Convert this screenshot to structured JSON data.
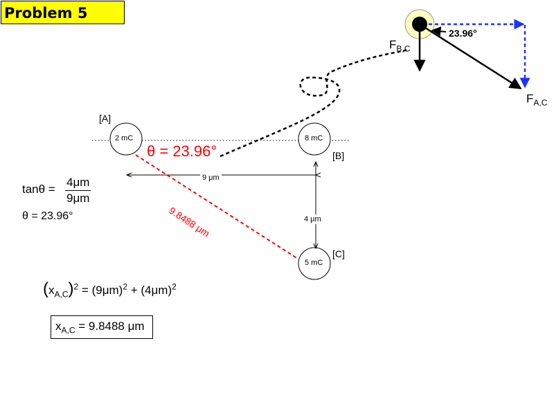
{
  "title": "Problem 5",
  "charges": {
    "A": {
      "label": "[A]",
      "value": "2 mC"
    },
    "B": {
      "label": "[B]",
      "value": "8 mC"
    },
    "C": {
      "label": "[C]",
      "value": "5 mC"
    }
  },
  "distances": {
    "horizontal": "9 μm",
    "vertical": "4 μm",
    "diagonal": "9.8488 μm"
  },
  "angle_label": "θ = 23.96°",
  "force_angle": "23.96°",
  "forces": {
    "F_BC": {
      "main": "F",
      "sub": "B,C"
    },
    "F_AC": {
      "main": "F",
      "sub": "A,C"
    }
  },
  "equations": {
    "tan_lhs": "tanθ =",
    "tan_num": "4μm",
    "tan_den": "9μm",
    "theta_result": "θ = 23.96°",
    "pythag_x": "x",
    "pythag_sub": "A,C",
    "pythag_exp": "2",
    "pythag_rhs_1": " = (9μm)",
    "pythag_rhs_2": " + (4μm)",
    "result_x": "x",
    "result_sub": "A,C",
    "result_value": " = 9.8488 μm"
  },
  "colors": {
    "title_bg": "#ffff00",
    "angle_red": "#ff0000",
    "component_blue": "#1a33ff",
    "glow": "#ffffc0"
  }
}
